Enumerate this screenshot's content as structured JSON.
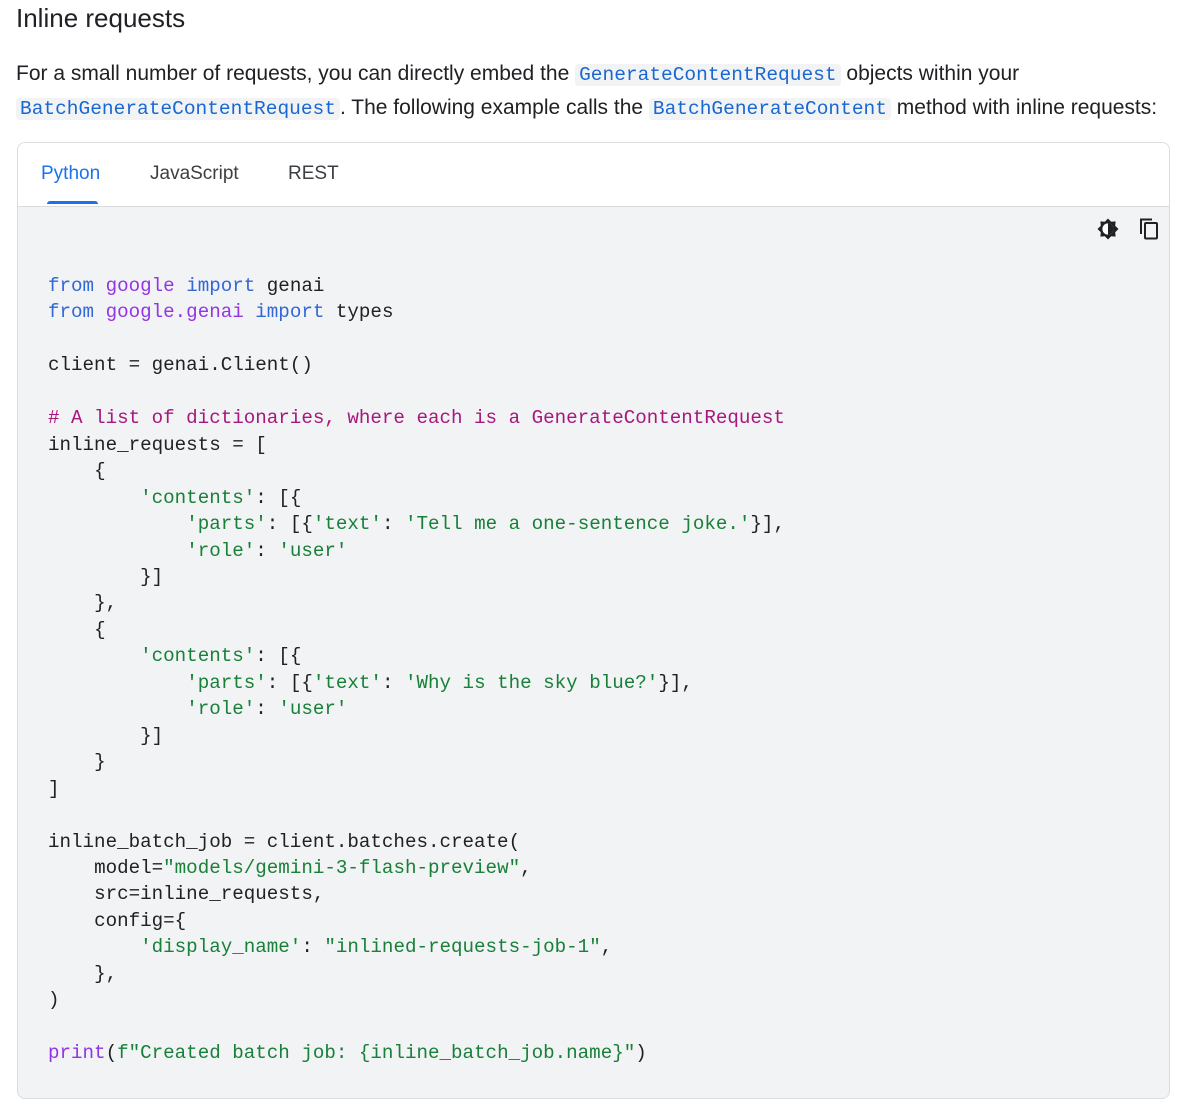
{
  "section": {
    "heading": "Inline requests",
    "intro": {
      "part1": "For a small number of requests, you can directly embed the ",
      "code1": "GenerateContentRequest",
      "part2": " objects within your ",
      "code2": "BatchGenerateContentRequest",
      "part3": ". The following example calls the ",
      "code3": "BatchGenerateContent",
      "part4": " method with inline requests:"
    }
  },
  "code_tabs": [
    {
      "label": "Python",
      "active": true
    },
    {
      "label": "JavaScript",
      "active": false
    },
    {
      "label": "REST",
      "active": false
    }
  ],
  "toolbar": {
    "theme_icon": "dark-mode-icon",
    "copy_icon": "copy-icon"
  },
  "colors": {
    "accent": "#1a73e8",
    "keyword": "#3367d6",
    "module": "#9334e6",
    "string": "#188038",
    "comment": "#a8177e",
    "code_background": "#f1f3f4"
  },
  "code": {
    "l1": {
      "kw1": "from",
      "mod": "google",
      "kw2": "import",
      "rest": "genai"
    },
    "l2": {
      "kw1": "from",
      "mod": "google.genai",
      "kw2": "import",
      "rest": "types"
    },
    "l4": "client = genai.Client()",
    "l6": "# A list of dictionaries, where each is a GenerateContentRequest",
    "l7": "inline_requests = [",
    "l8": "{",
    "l9": {
      "key": "'contents'",
      "rest": ": [{"
    },
    "l10": {
      "key": "'parts'",
      "p1": ": [{",
      "key2": "'text'",
      "p2": ": ",
      "val": "'Tell me a one-sentence joke.'",
      "p3": "}],"
    },
    "l11": {
      "key": "'role'",
      "p1": ": ",
      "val": "'user'"
    },
    "l12": "}]",
    "l13": "},",
    "l14": "{",
    "l15": {
      "key": "'contents'",
      "rest": ": [{"
    },
    "l16": {
      "key": "'parts'",
      "p1": ": [{",
      "key2": "'text'",
      "p2": ": ",
      "val": "'Why is the sky blue?'",
      "p3": "}],"
    },
    "l17": {
      "key": "'role'",
      "p1": ": ",
      "val": "'user'"
    },
    "l18": "}]",
    "l19": "}",
    "l20": "]",
    "l22": "inline_batch_job = client.batches.create(",
    "l23": {
      "pre": "model=",
      "val": "\"models/gemini-3-flash-preview\"",
      "post": ","
    },
    "l24": "src=inline_requests,",
    "l25": "config={",
    "l26": {
      "key": "'display_name'",
      "p1": ": ",
      "val": "\"inlined-requests-job-1\"",
      "post": ","
    },
    "l27": "},",
    "l28": ")",
    "l30": {
      "fn": "print",
      "p1": "(",
      "val": "f\"Created batch job: {inline_batch_job.name}\"",
      "p2": ")"
    }
  }
}
